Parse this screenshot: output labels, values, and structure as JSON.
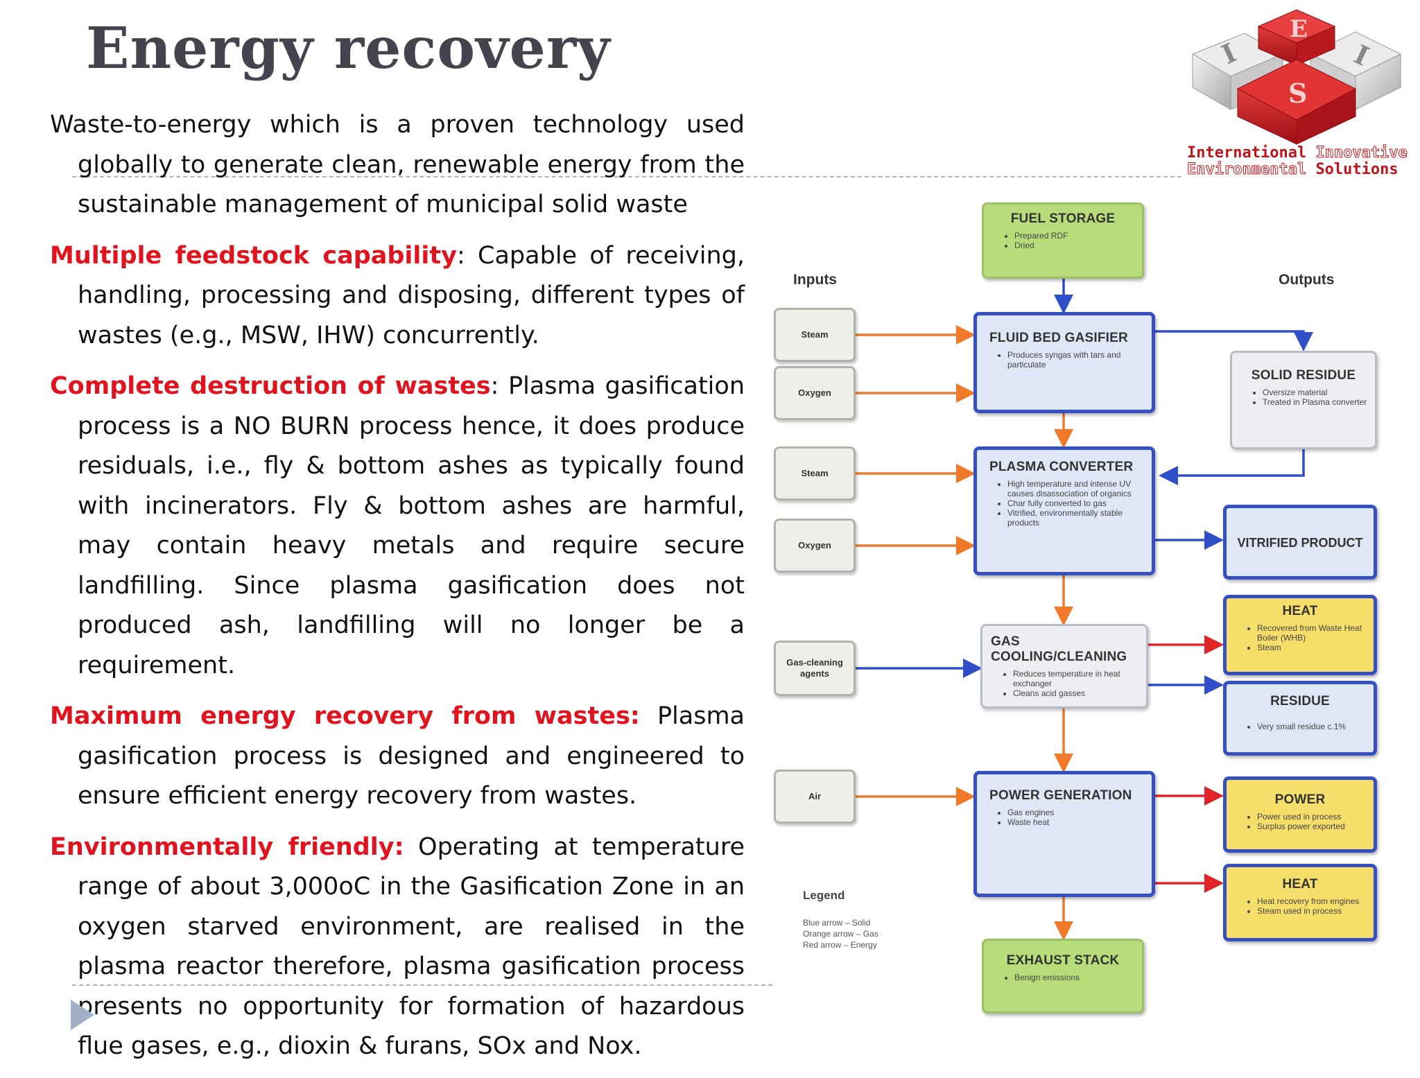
{
  "title": "Energy recovery",
  "logo": {
    "letters": [
      "I",
      "E",
      "I",
      "S"
    ],
    "line1": {
      "bold": "International",
      "outline": "Innovative"
    },
    "line2": {
      "outline": "Environmental",
      "bold": "Solutions"
    }
  },
  "paragraphs": [
    {
      "highlight": "",
      "text": "Waste-to-energy which is a proven technology used globally to generate clean, renewable energy from the sustainable management of municipal solid waste"
    },
    {
      "highlight": "Multiple feedstock capability",
      "text": ": Capable of receiving, handling, processing and disposing, different types of wastes (e.g., MSW, IHW) concurrently."
    },
    {
      "highlight": "Complete destruction of wastes",
      "text": ": Plasma gasification process is a NO BURN process hence, it does produce residuals, i.e., fly & bottom ashes as typically found with incinerators. Fly & bottom ashes are harmful, may contain heavy metals and require secure landfilling.  Since plasma gasification does not produced ash, landfilling will no longer be a requirement."
    },
    {
      "highlight": "Maximum energy recovery from wastes:",
      "text": " Plasma gasification process is designed and engineered to ensure efficient energy recovery from wastes."
    },
    {
      "highlight": "Environmentally friendly:",
      "text": " Operating at temperature range of about 3,000oC in the Gasification Zone in an oxygen starved environment, are realised in the plasma reactor therefore, plasma gasification process presents no opportunity for formation of hazardous flue gases, e.g., dioxin & furans, SOx and Nox."
    }
  ],
  "diagram": {
    "inputs_label": "Inputs",
    "outputs_label": "Outputs",
    "inputs": [
      "Steam",
      "Oxygen",
      "Steam",
      "Oxygen",
      "Gas-cleaning agents",
      "Air"
    ],
    "fuel_storage": {
      "title": "FUEL STORAGE",
      "items": [
        "Prepared RDF",
        "Dried"
      ]
    },
    "fluid_bed_gasifier": {
      "title": "FLUID BED GASIFIER",
      "items": [
        "Produces syngas with tars and particulate"
      ]
    },
    "plasma_converter": {
      "title": "PLASMA CONVERTER",
      "items": [
        "High temperature and intense UV causes disassociation of organics",
        "Char fully converted to gas",
        "Vitrified, environmentally stable products"
      ]
    },
    "gas_cooling": {
      "title": "GAS COOLING/CLEANING",
      "items": [
        "Reduces temperature in heat exchanger",
        "Cleans acid gasses"
      ]
    },
    "power_generation": {
      "title": "POWER GENERATION",
      "items": [
        "Gas engines",
        "Waste heat"
      ]
    },
    "exhaust_stack": {
      "title": "EXHAUST STACK",
      "items": [
        "Benign emissions"
      ]
    },
    "solid_residue": {
      "title": "SOLID RESIDUE",
      "items": [
        "Oversize material",
        "Treated in Plasma converter"
      ]
    },
    "vitrified_product": {
      "title": "VITRIFIED PRODUCT"
    },
    "heat1": {
      "title": "HEAT",
      "items": [
        "Recovered from Waste Heat Boiler (WHB)",
        "Steam"
      ]
    },
    "residue": {
      "title": "RESIDUE",
      "items": [
        "Very small residue c.1%"
      ]
    },
    "power": {
      "title": "POWER",
      "items": [
        "Power used in process",
        "Surplus power exported"
      ]
    },
    "heat2": {
      "title": "HEAT",
      "items": [
        "Heat recovery from engines",
        "Steam used in process"
      ]
    },
    "legend": {
      "title": "Legend",
      "lines": [
        "Blue arrow – Solid",
        "Orange arrow – Gas",
        "Red arrow – Energy"
      ]
    }
  },
  "colors": {
    "title": "#44444f",
    "highlight": "#e0141e",
    "arrow_solid": "#2f4fc9",
    "arrow_gas": "#f07a2a",
    "arrow_energy": "#e0242a",
    "process_border": "#3550c2",
    "fuel_fill": "#b6dd7a",
    "energy_fill": "#f6de6a"
  }
}
